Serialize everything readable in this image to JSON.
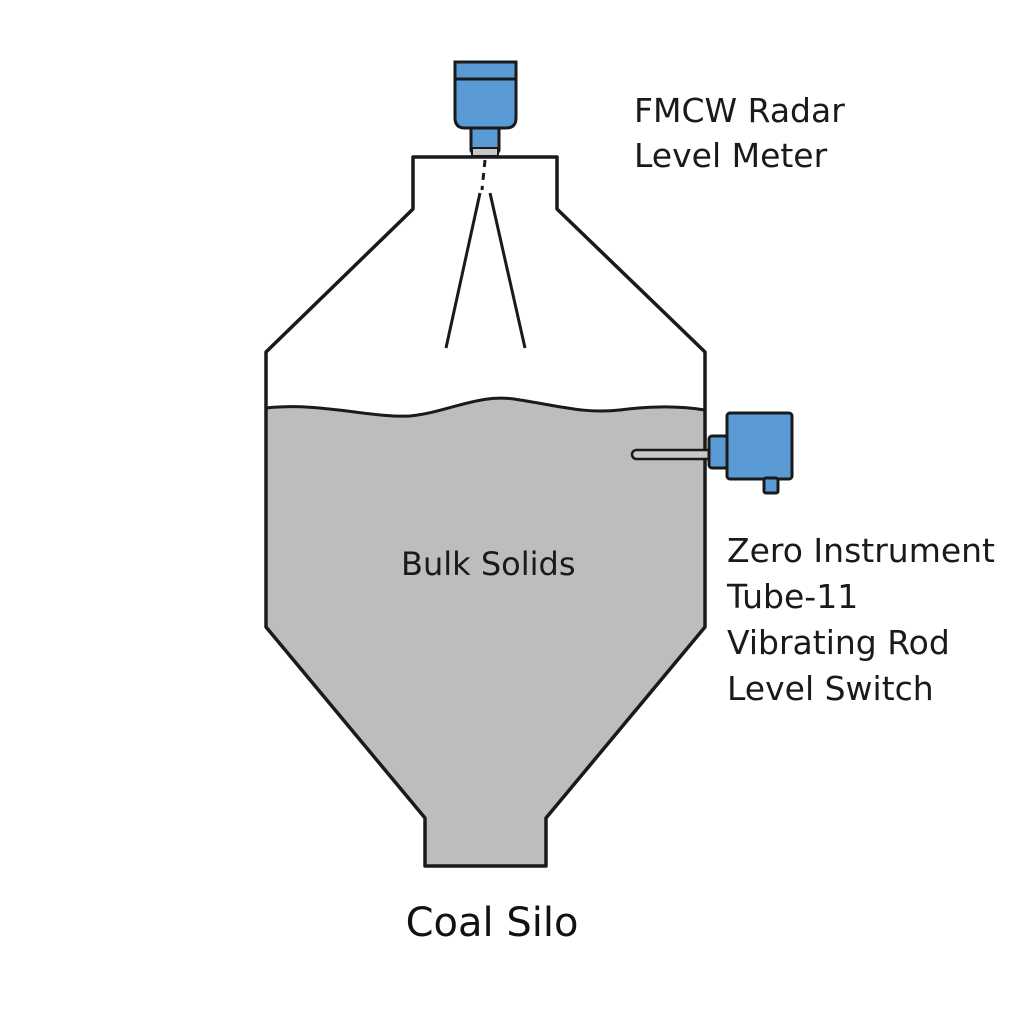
{
  "diagram": {
    "title": "Coal Silo",
    "contents_label": "Bulk Solids",
    "radar_meter": {
      "label_lines": [
        "FMCW Radar",
        "Level Meter"
      ],
      "icon": "radar-level-meter-icon"
    },
    "level_switch": {
      "label_lines": [
        "Zero Instrument",
        "Tube-11",
        "Vibrating Rod",
        "Level Switch"
      ],
      "icon": "vibrating-rod-level-switch-icon"
    },
    "colors": {
      "outline": "#1a1a1a",
      "fill_solids": "#bdbdbf",
      "instrument_blue": "#5b9bd5",
      "instrument_blue_dark": "#3d7fc0",
      "rod": "#c8c8c8"
    }
  }
}
